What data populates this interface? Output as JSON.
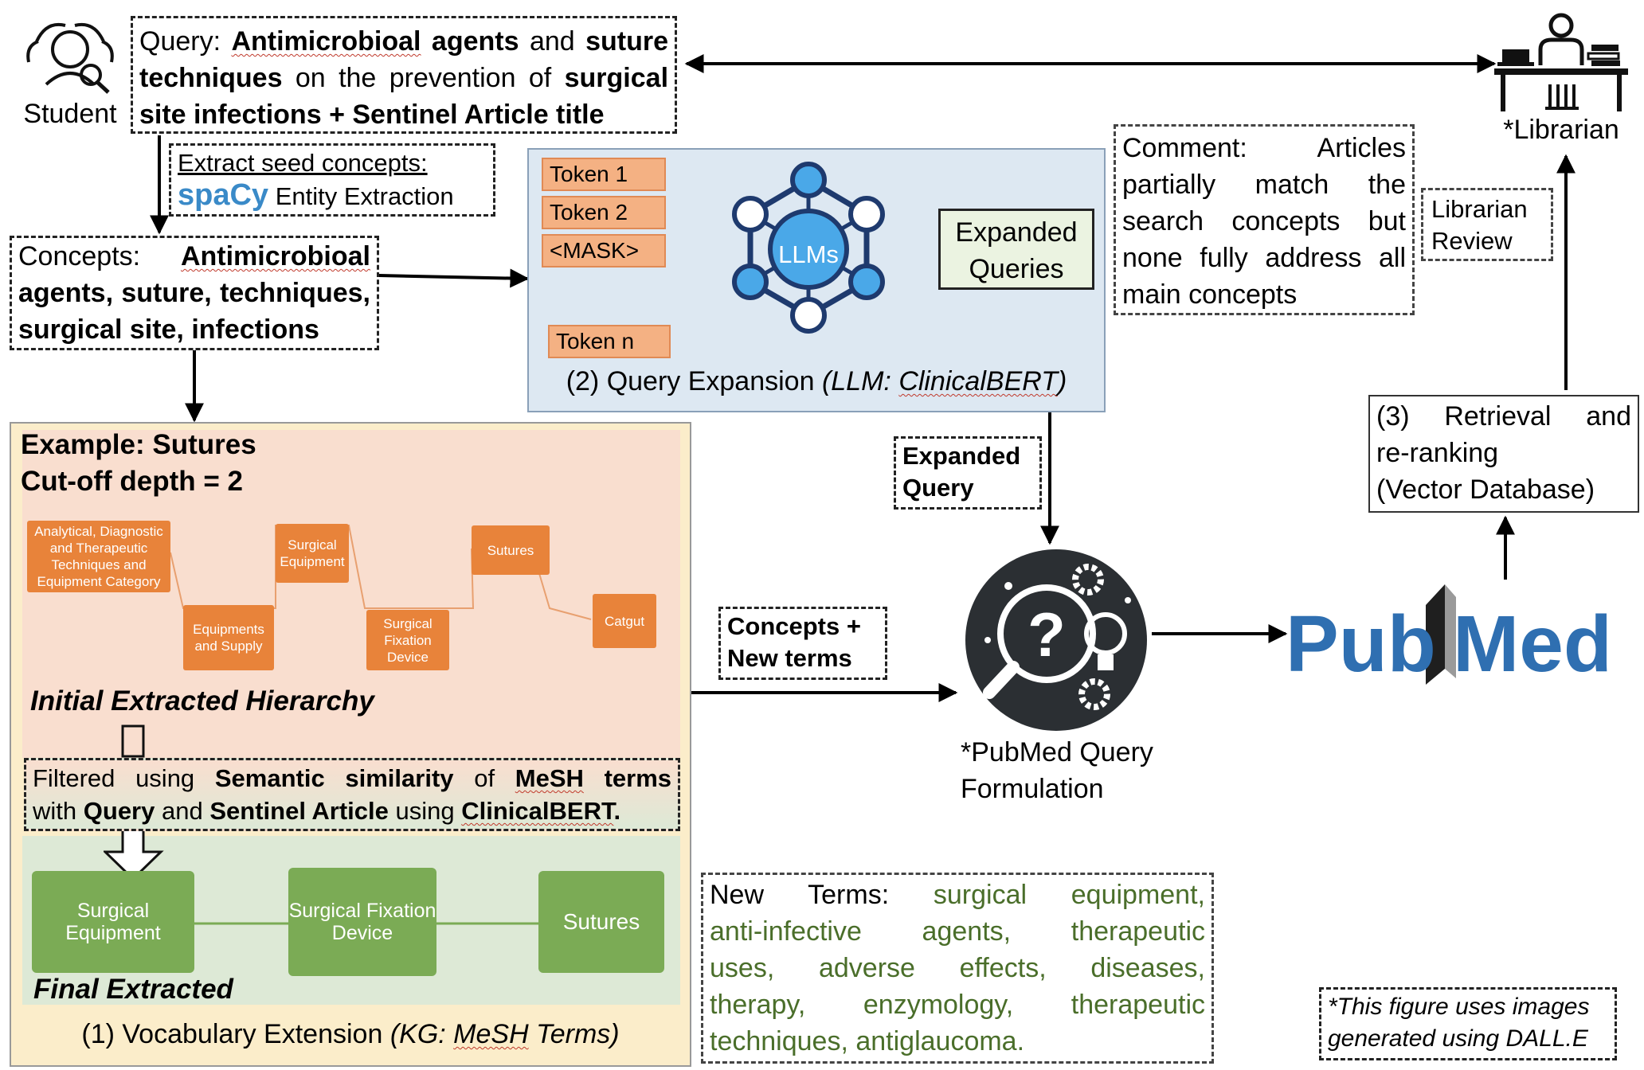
{
  "student": {
    "label": "Student"
  },
  "librarian": {
    "label": "*Librarian"
  },
  "query": {
    "prefix": "Query:",
    "t1": "Antimicrobioal",
    "t2": "agents",
    "t3": "and",
    "t4": "suture",
    "t5": "techniques",
    "t6": "on the prevention of",
    "t7": "surgical",
    "t8": "site infections",
    "t9": "+ Sentinel Article title"
  },
  "seed": {
    "line1": "Extract seed concepts:",
    "spacy": "spaCy",
    "rest": "Entity Extraction"
  },
  "concepts": {
    "prefix": "Concepts:",
    "t1": "Antimicrobioal",
    "line2": "agents, suture, techniques,",
    "line3": "surgical site, infections"
  },
  "expansion": {
    "tokens": [
      "Token 1",
      "Token 2",
      "<MASK>",
      "Token n"
    ],
    "llm_label": "LLMs",
    "output": "Expanded Queries",
    "caption_plain": "(2) Query Expansion ",
    "caption_italic_a": "(LLM: ",
    "caption_italic_b": "ClinicalBERT",
    "caption_italic_c": ")"
  },
  "comment": {
    "line1a": "Comment:",
    "line1b": "Articles",
    "line2": "partially match the",
    "line3": "search concepts but",
    "line4": "none fully address all",
    "line5": "main concepts"
  },
  "librarian_review": {
    "line1": "Librarian",
    "line2": "Review"
  },
  "retrieval": {
    "line1a": "(3)",
    "line1b": "Retrieval",
    "line1c": "and",
    "line2": "re-ranking",
    "line3": "(Vector Database)"
  },
  "expanded_query_label": {
    "line1": "Expanded",
    "line2": "Query"
  },
  "concepts_new_terms": {
    "line1": "Concepts +",
    "line2": "New terms"
  },
  "vocab": {
    "example": "Example: Sutures",
    "cutoff": "Cut-off depth = 2",
    "hierarchy_nodes": [
      "Analytical, Diagnostic and Therapeutic Techniques and Equipment Category",
      "Equipments and Supply",
      "Surgical Equipment",
      "Surgical Fixation Device",
      "Sutures",
      "Catgut"
    ],
    "initial_label": "Initial Extracted Hierarchy",
    "filter": {
      "a": "Filtered",
      "b": "using",
      "c": "Semantic",
      "d": "similarity",
      "e": "of",
      "f": "MeSH",
      "g": "terms",
      "h": "with",
      "i": "Query",
      "j": "and",
      "k": "Sentinel Article",
      "l": "using",
      "m": "ClinicalBERT",
      "n": "."
    },
    "final_nodes": [
      "Surgical Equipment",
      "Surgical Fixation Device",
      "Sutures"
    ],
    "final_label": "Final Extracted",
    "caption_plain": "(1) Vocabulary Extension ",
    "caption_italic_a": "(KG: ",
    "caption_italic_b": "MeSH",
    "caption_italic_c": " Terms)"
  },
  "pubmed_query": {
    "line1": "*PubMed Query",
    "line2": "Formulation"
  },
  "pubmed_logo": {
    "part1": "Pub",
    "part2": "Med"
  },
  "new_terms": {
    "label": "New Terms:",
    "line1": "surgical equipment,",
    "line2": "anti-infective agents, therapeutic",
    "line3": "uses, adverse effects, diseases,",
    "line4": "therapy, enzymology, therapeutic",
    "line5": "techniques, antiglaucoma."
  },
  "dalle_note": {
    "line1": "*This figure uses images",
    "line2": "generated using DALL.E"
  },
  "colors": {
    "spacy": "#3a8ac8",
    "expansion_bg": "#dde8f2",
    "expansion_border": "#8aa0b8",
    "llm_node": "#4aa8e8",
    "llm_edge": "#1e3a6e",
    "output_bg": "#ebf3e1",
    "vocab_outer": "#fbedca",
    "vocab_top": "#f9decf",
    "vocab_bottom": "#dde9d6",
    "hierarchy_node": "#e8833a",
    "final_node": "#7bab55",
    "green_text": "#4a6e2a",
    "pubmed_blue": "#2f6fb1",
    "pubmed_dark": "#1f1f1f"
  }
}
